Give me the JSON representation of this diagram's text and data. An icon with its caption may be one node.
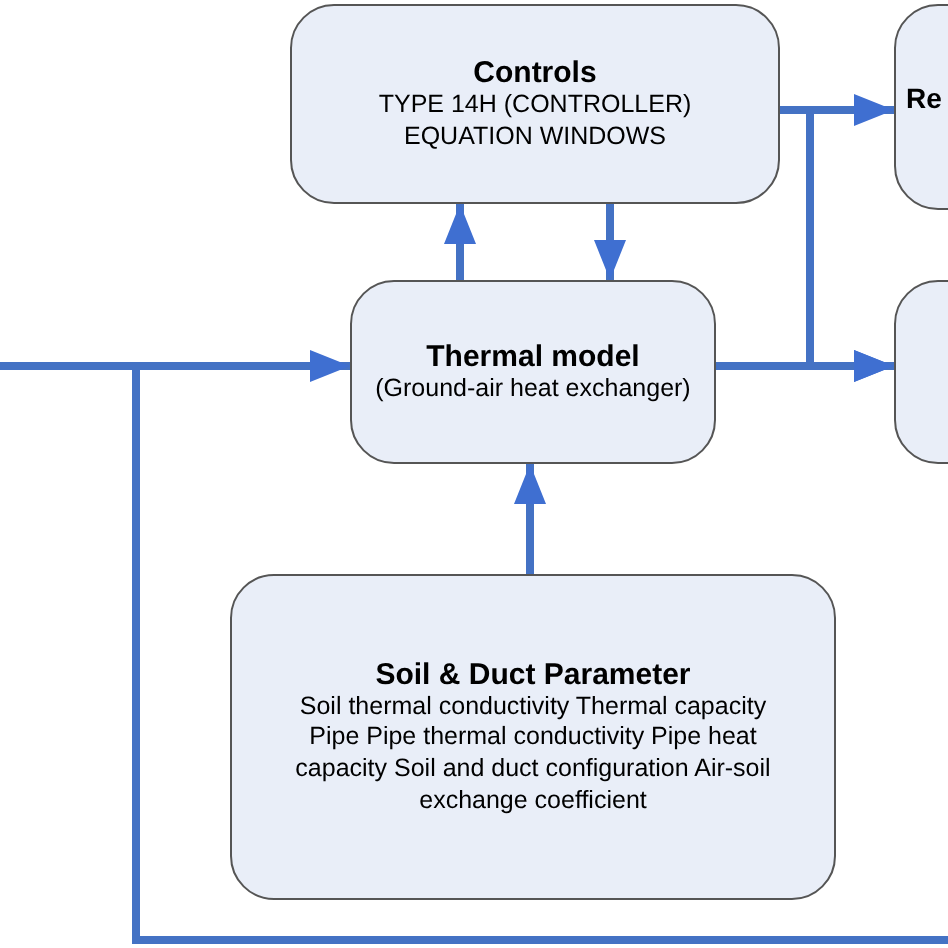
{
  "diagram": {
    "nodes": [
      {
        "text": [
          "Controls",
          "TYPE 14H (CONTROLLER) EQUATION WINDOWS"
        ]
      },
      {
        "text": [
          "Re"
        ]
      },
      {
        "text": [
          "Thermal model",
          "(Ground-air heat exchanger)"
        ]
      },
      {
        "text": [],
        "shape": "box"
      },
      {
        "text": [
          "Soil & Duct Parameter",
          "Soil thermal conductivity Thermal capacity Pipe Pipe thermal conductivity Pipe heat capacity Soil and duct configuration Air-soil exchange coefficient"
        ]
      }
    ],
    "edges": [
      {
        "from": 2,
        "to": 0,
        "arrow": "to"
      },
      {
        "from": 0,
        "to": 2,
        "arrow": "to"
      },
      {
        "from": 0,
        "to": 1,
        "arrow": "to"
      },
      {
        "from": 0,
        "to": 3,
        "arrow": "to"
      },
      {
        "from": 2,
        "to": 3,
        "arrow": "to"
      },
      {
        "from": 4,
        "to": 2,
        "arrow": "to"
      },
      {
        "from": null,
        "to": 2,
        "arrow": "to"
      }
    ]
  }
}
